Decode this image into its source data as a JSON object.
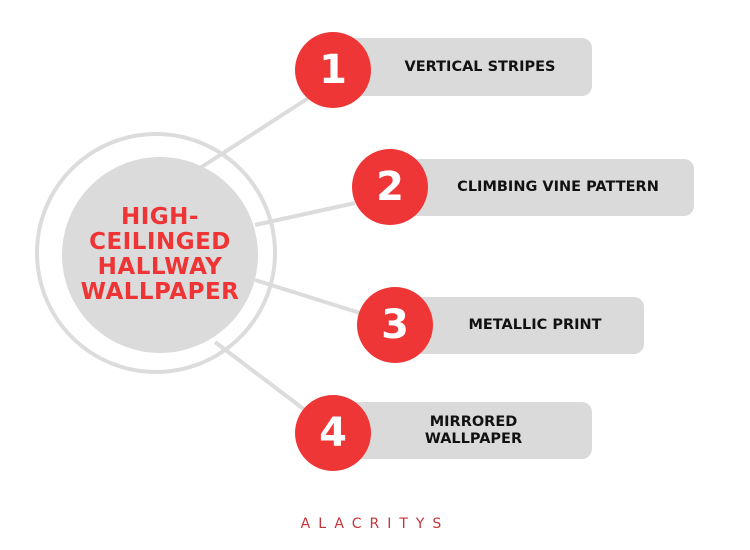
{
  "diagram": {
    "center_title": "HIGH-CEILINGED HALLWAY WALLPAPER",
    "items": [
      {
        "number": "1",
        "label": "VERTICAL STRIPES"
      },
      {
        "number": "2",
        "label": "CLIMBING VINE PATTERN"
      },
      {
        "number": "3",
        "label": "METALLIC PRINT"
      },
      {
        "number": "4",
        "label": "MIRRORED WALLPAPER"
      }
    ]
  },
  "footer": {
    "brand": "ALACRITYS"
  },
  "colors": {
    "accent_red": "#ef3636",
    "pill_gray": "#dadada",
    "line_gray": "#dcdcdc",
    "brand_red": "#c4343a"
  }
}
